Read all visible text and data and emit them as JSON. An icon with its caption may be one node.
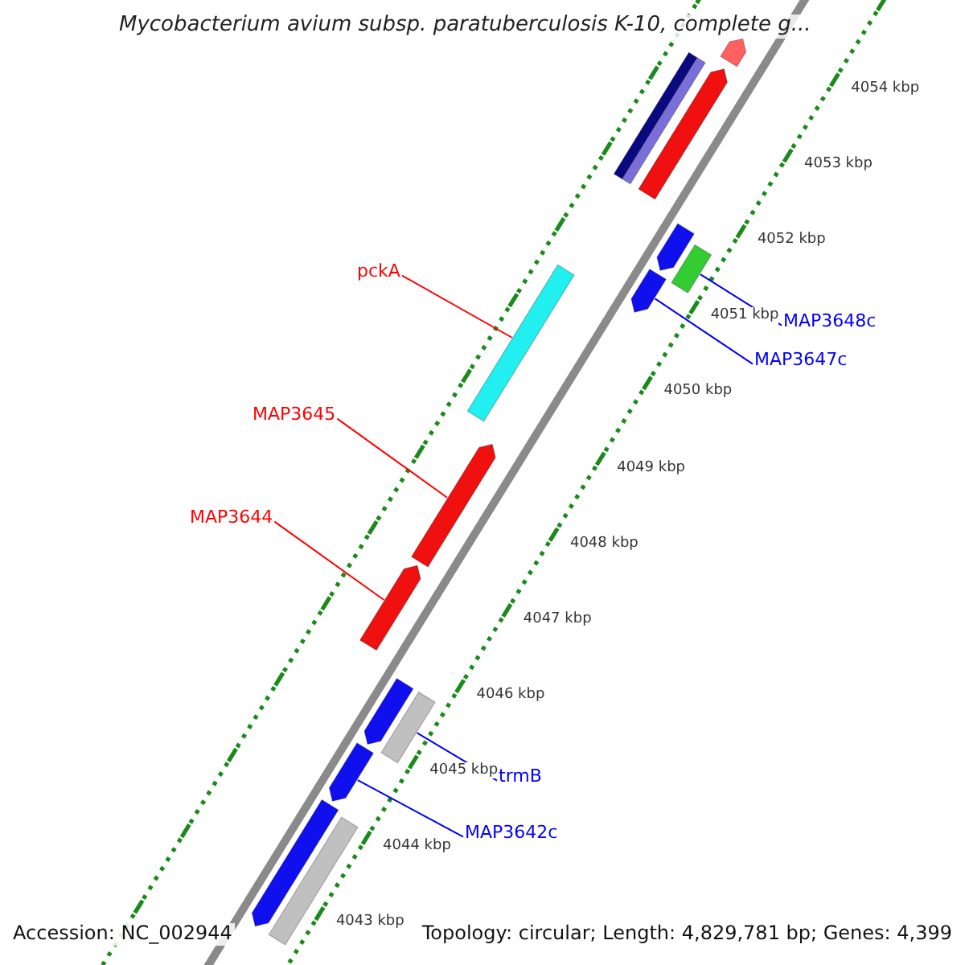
{
  "diagram": {
    "title": "Mycobacterium avium subsp. paratuberculosis K-10, complete g...",
    "nodes": [
      {
        "text": [
          "pckA"
        ]
      },
      {
        "text": [],
        "shape": "bar"
      },
      {
        "text": [
          "MAP3648c"
        ]
      },
      {
        "text": [],
        "shape": "bar"
      },
      {
        "text": [
          "MAP3647c"
        ]
      },
      {
        "text": [],
        "shape": "bar"
      },
      {
        "text": [
          "MAP3645"
        ]
      },
      {
        "text": [],
        "shape": "bar"
      },
      {
        "text": [
          "MAP3644"
        ]
      },
      {
        "text": [],
        "shape": "bar"
      },
      {
        "text": [
          "trmB"
        ]
      },
      {
        "text": [],
        "shape": "bar"
      },
      {
        "text": [
          "MAP3642c"
        ]
      },
      {
        "text": [],
        "shape": "bar"
      },
      {
        "text": [],
        "shape": "bar"
      },
      {
        "text": [],
        "shape": "bar"
      },
      {
        "text": [],
        "shape": "bar"
      },
      {
        "text": [],
        "shape": "bar"
      },
      {
        "text": [],
        "shape": "bar"
      },
      {
        "text": [],
        "shape": "bar"
      },
      {
        "text": [],
        "shape": "bar"
      },
      {
        "text": [],
        "shape": "bar"
      }
    ],
    "edges": [
      {
        "from": 0,
        "to": 1,
        "arrow": "none",
        "color": "#ff0000"
      },
      {
        "from": 2,
        "to": 3,
        "arrow": "none",
        "color": "#0000ff"
      },
      {
        "from": 4,
        "to": 5,
        "arrow": "none",
        "color": "#0000ff"
      },
      {
        "from": 6,
        "to": 7,
        "arrow": "none",
        "color": "#ff0000"
      },
      {
        "from": 8,
        "to": 9,
        "arrow": "none",
        "color": "#ff0000"
      },
      {
        "from": 10,
        "to": 11,
        "arrow": "none",
        "color": "#0000ff"
      },
      {
        "from": 12,
        "to": 13,
        "arrow": "none",
        "color": "#0000ff"
      }
    ],
    "labels": [
      "4054 kbp",
      "4053 kbp",
      "4052 kbp",
      "4051 kbp",
      "4050 kbp",
      "4049 kbp",
      "4048 kbp",
      "4047 kbp",
      "4046 kbp",
      "4045 kbp",
      "4044 kbp",
      "4043 kbp",
      "Accession: NC_002944",
      "Topology: circular; Length: 4,829,781 bp; Genes: 4,399"
    ]
  }
}
